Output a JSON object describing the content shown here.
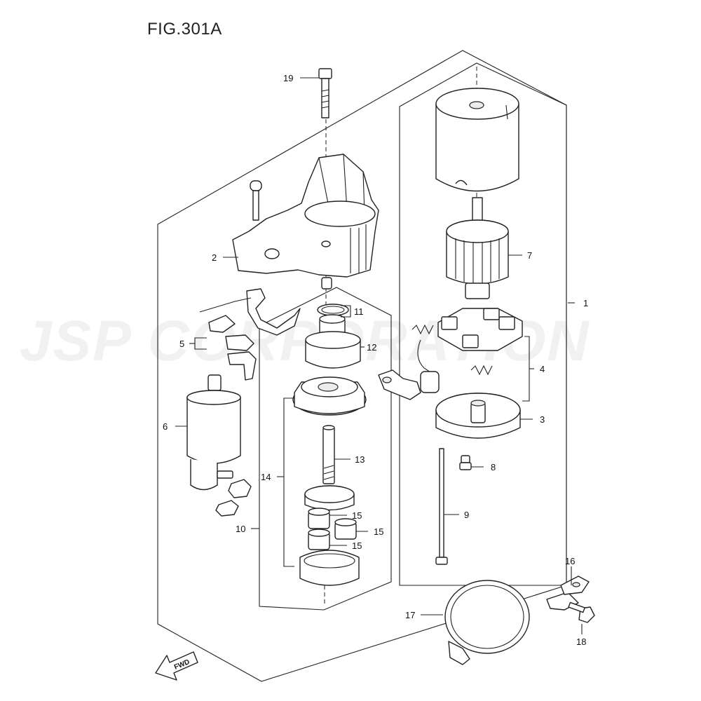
{
  "figure": {
    "title": "FIG.301A"
  },
  "watermark": {
    "text": "JSP CORPORATION"
  },
  "fwd": {
    "text": "FWD"
  },
  "callouts": [
    "1",
    "2",
    "3",
    "4",
    "5",
    "6",
    "7",
    "8",
    "9",
    "10",
    "11",
    "12",
    "13",
    "14",
    "15",
    "15",
    "15",
    "16",
    "17",
    "18",
    "19"
  ]
}
